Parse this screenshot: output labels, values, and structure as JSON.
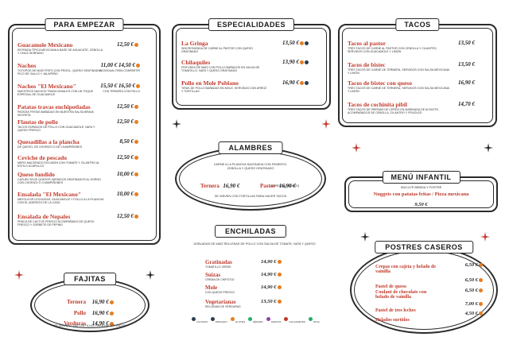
{
  "para_empezar": {
    "title": "PARA EMPEZAR",
    "items": [
      {
        "name": "Guacamole Mexicano",
        "desc": "Entrada típica mexicana a base de aguacate, cebolla y chile serrano",
        "price": "12,50 €"
      },
      {
        "name": "Nachos",
        "desc": "Totopos de maíz frito con frijol, queso gratinado, pico de gallo y jalapeño",
        "price": "11,00 €",
        "price2": "14,50 €",
        "sub1": "Individual",
        "sub2": "Para compartir"
      },
      {
        "name": "Nachos \"El Mexicano\"",
        "desc": "Nuestros nachos tradicionales con un toque especial de guacamole",
        "price": "15,50 €",
        "price2": "16,50 €",
        "sub1": "Con ternera",
        "sub2": "Con pollo"
      },
      {
        "name": "Patatas travas enchipotladas",
        "desc": "Patatas fritas bañadas en nuestra salsa brava secreta",
        "price": "12,50 €"
      },
      {
        "name": "Flautas de pollo",
        "desc": "Tacos dorados de pollo con guacamole, nata y queso fresco",
        "price": "12,50 €"
      },
      {
        "name": "Quesadillas a la plancha",
        "desc": "De queso, de chorizo o de champiñones",
        "price": "8,50 €"
      },
      {
        "name": "Ceviche de pescado",
        "desc": "Mero macerado en limón con tomate y cilantro al estilo Acapulco",
        "price": "12,50 €"
      },
      {
        "name": "Queso fundido",
        "desc": "Cazuelita de quesos variados gratinados al horno con chorizo o champiñones",
        "price": "10,00 €"
      },
      {
        "name": "Ensalada \"El Mexicano\"",
        "desc": "Mezcla de lechugas, guacamole y pollo a la plancha con el aderezo de la casa",
        "price": "10,00 €"
      },
      {
        "name": "Ensalada de Nopales",
        "desc": "Penca de cactus fresco acompañado de queso fresco y sorbete de pepino",
        "price": "12,50 €"
      }
    ]
  },
  "especialidades": {
    "title": "ESPECIALIDADES",
    "items": [
      {
        "name": "La Gringa",
        "desc": "Sincronizada de carne al pastor con queso gratinado",
        "price": "13,50 €"
      },
      {
        "name": "Chilaquiles",
        "desc": "Frituras de maíz con pollo bañados en salsa de tomatillo, nata y queso gratinado",
        "price": "13,90 €"
      },
      {
        "name": "Pollo en Mole Poblano",
        "desc": "Tiras de pollo bañadas en mole, servidas con arroz y tortillas",
        "price": "16,90 €"
      }
    ]
  },
  "tacos": {
    "title": "TACOS",
    "items": [
      {
        "name": "Tacos al pastor",
        "desc": "Tres tacos de carne al pastor con cebolla y cilantro, servidos con guacamole y limón",
        "price": "13,50 €"
      },
      {
        "name": "Tacos de bistec",
        "desc": "Tres tacos de carne de ternera, servidos con salsa mexicana y limón",
        "price": "13,50 €"
      },
      {
        "name": "Tacos de bistec con queso",
        "desc": "Tres tacos de carne de ternera, servidos con salsa mexicana y limón",
        "price": "16,90 €"
      },
      {
        "name": "Tacos de cochinita pibil",
        "desc": "Tres tacos de piernas de cerdo en marinada de achiote, acompañados de cebolla, cilantro y frijoles",
        "price": "14,70 €"
      }
    ]
  },
  "alambres": {
    "title": "ALAMBRES",
    "desc": "Carne a la plancha sazonada con pimiento, cebolla y queso gratinado",
    "items": [
      {
        "name": "Ternera",
        "price": "16,90 €"
      },
      {
        "name": "Pastor",
        "price": "16,90 €",
        "sub": "(Cerdo adobado)"
      }
    ],
    "note": "Se sirven con tortillas para hacer tacos"
  },
  "enchiladas": {
    "title": "ENCHILADAS",
    "desc": "Dobladas de maíz rellenas de pollo con salsa de tomate, nata y queso",
    "items": [
      {
        "name": "Gratinadas",
        "sub": "Tomatillo verde",
        "price": "14,90 €"
      },
      {
        "name": "Suizas",
        "sub": "Crema de chipotle",
        "price": "14,90 €"
      },
      {
        "name": "Mole",
        "sub": "Con queso fresco",
        "price": "14,90 €"
      },
      {
        "name": "Vegetarianas",
        "sub": "Rellenas de verduras",
        "price": "13,50 €"
      }
    ]
  },
  "legend": [
    "Lácteos",
    "Pescado",
    "Gluten",
    "Sésamo",
    "Huevos",
    "Cacahuetes",
    "Soja"
  ],
  "fajitas": {
    "title": "FAJITAS",
    "items": [
      {
        "name": "Ternera",
        "price": "16,90 €"
      },
      {
        "name": "Pollo",
        "price": "16,90 €"
      },
      {
        "name": "Verduras",
        "price": "14,90 €"
      }
    ],
    "note": "Se sirven con tortillas para hacer tacos"
  },
  "menu_infantil": {
    "title": "MENÚ INFANTIL",
    "sub": "Incluye bebida y postre",
    "item": "Nuggets con patatas fritas / Pizza mexicana",
    "price": "9,50 €"
  },
  "postres": {
    "title": "POSTRES CASEROS",
    "items": [
      {
        "name": "Crepas con cajeta y helado de vainilla",
        "price": "6,50 €"
      },
      {
        "name": "Pastel de queso",
        "price": "6,50 €"
      },
      {
        "name": "Coulant de chocolate con helado de vainilla",
        "price": "6,50 €"
      },
      {
        "name": "Pastel de tres leches",
        "price": "7,00 €"
      },
      {
        "name": "Helados surtidos",
        "price": "4,50 €"
      }
    ]
  }
}
